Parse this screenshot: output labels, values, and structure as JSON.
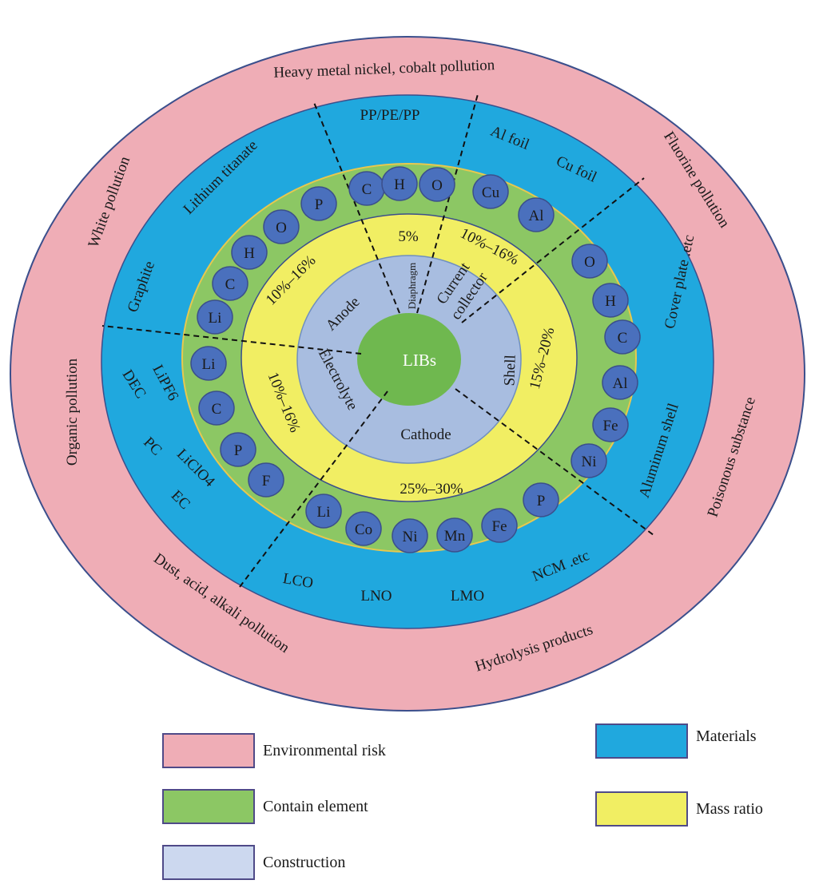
{
  "colors": {
    "environmental_risk": "#efadb6",
    "materials": "#20a8de",
    "contain_element": "#8cc764",
    "mass_ratio": "#f1ee63",
    "construction": "#a8bde0",
    "center": "#6fb84f",
    "element_bubble": "#4a70bd",
    "outline": "#3b4f8c"
  },
  "center": {
    "label": "LIBs"
  },
  "environmental_risks": [
    "Heavy metal nickel, cobalt pollution",
    "Fluorine pollution",
    "Poisonous substance",
    "Hydrolysis products",
    "Dust, acid, alkali pollution",
    "Organic pollution",
    "White pollution"
  ],
  "materials": {
    "separator": [
      "PP/PE/PP"
    ],
    "current_collector": [
      "Al foil",
      "Cu foil"
    ],
    "shell": [
      "Cover plate .etc",
      "Aluminum shell"
    ],
    "cathode": [
      "LCO",
      "LNO",
      "LMO",
      "NCM .etc"
    ],
    "electrolyte": [
      "LiPF6",
      "DEC",
      "PC",
      "LiClO4",
      "EC"
    ],
    "anode": [
      "Graphite",
      "Lithium titanate"
    ]
  },
  "elements": {
    "diaphragm": [
      "C",
      "H",
      "O"
    ],
    "current_collector": [
      "Cu",
      "Al"
    ],
    "shell": [
      "O",
      "H",
      "C",
      "Al",
      "Fe",
      "Ni"
    ],
    "cathode": [
      "Li",
      "Co",
      "Ni",
      "Mn",
      "Fe",
      "P"
    ],
    "electrolyte": [
      "Li",
      "C",
      "P",
      "F"
    ],
    "anode": [
      "Li",
      "C",
      "H",
      "O",
      "P"
    ]
  },
  "mass_ratios": {
    "diaphragm": "5%",
    "current_collector": "10%–16%",
    "shell": "15%–20%",
    "cathode": "25%–30%",
    "electrolyte": "10%–16%",
    "anode": "10%–16%"
  },
  "construction": {
    "diaphragm": "Diaphragm",
    "current_collector": [
      "Current",
      "collector"
    ],
    "shell": "Shell",
    "cathode": "Cathode",
    "electrolyte": "Electrolyte",
    "anode": "Anode"
  },
  "legend": [
    {
      "label": "Environmental risk",
      "color_key": "environmental_risk"
    },
    {
      "label": "Materials",
      "color_key": "materials"
    },
    {
      "label": "Contain element",
      "color_key": "contain_element"
    },
    {
      "label": "Mass ratio",
      "color_key": "mass_ratio"
    },
    {
      "label": "Construction",
      "color_key": "construction"
    }
  ]
}
